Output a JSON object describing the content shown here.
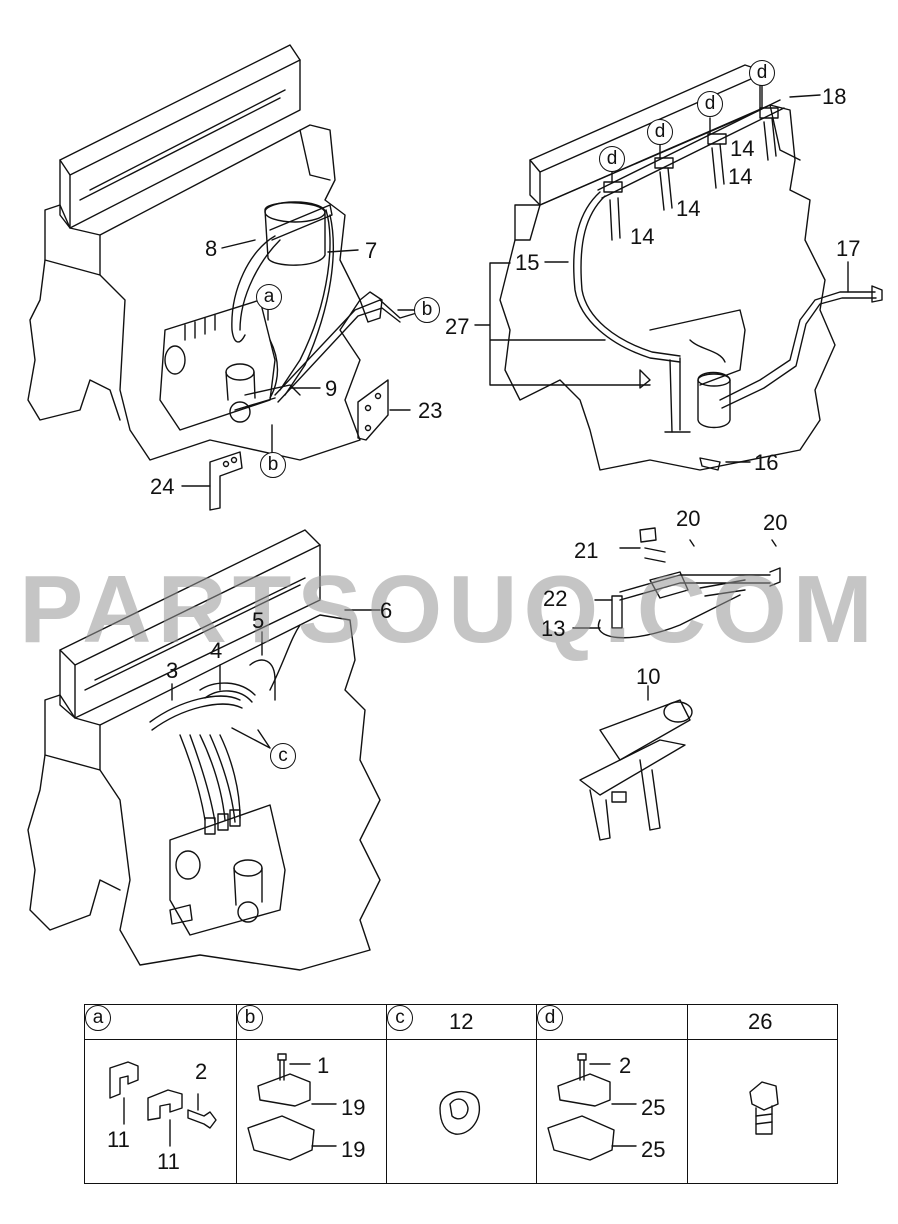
{
  "watermark": "PARTSOUQ.COM",
  "callouts": {
    "n2": "2",
    "n3": "3",
    "n4": "4",
    "n5": "5",
    "n6": "6",
    "n7": "7",
    "n8": "8",
    "n9": "9",
    "n10": "10",
    "n13": "13",
    "n14a": "14",
    "n14b": "14",
    "n14c": "14",
    "n14d": "14",
    "n15": "15",
    "n16": "16",
    "n17": "17",
    "n18": "18",
    "n20a": "20",
    "n20b": "20",
    "n21": "21",
    "n22": "22",
    "n23": "23",
    "n24": "24",
    "n27": "27"
  },
  "ref_letters": {
    "a": "a",
    "b1": "b",
    "b2": "b",
    "c": "c",
    "d1": "d",
    "d2": "d",
    "d3": "d",
    "d4": "d"
  },
  "legend": {
    "columns": [
      {
        "ref": "a",
        "title": "",
        "items": [
          "11",
          "11",
          "2"
        ]
      },
      {
        "ref": "b",
        "title": "",
        "items": [
          "1",
          "19",
          "19"
        ]
      },
      {
        "ref": "c",
        "title": "12",
        "items": []
      },
      {
        "ref": "d",
        "title": "",
        "items": [
          "2",
          "25",
          "25"
        ]
      },
      {
        "ref": "",
        "title": "26",
        "items": []
      }
    ]
  }
}
